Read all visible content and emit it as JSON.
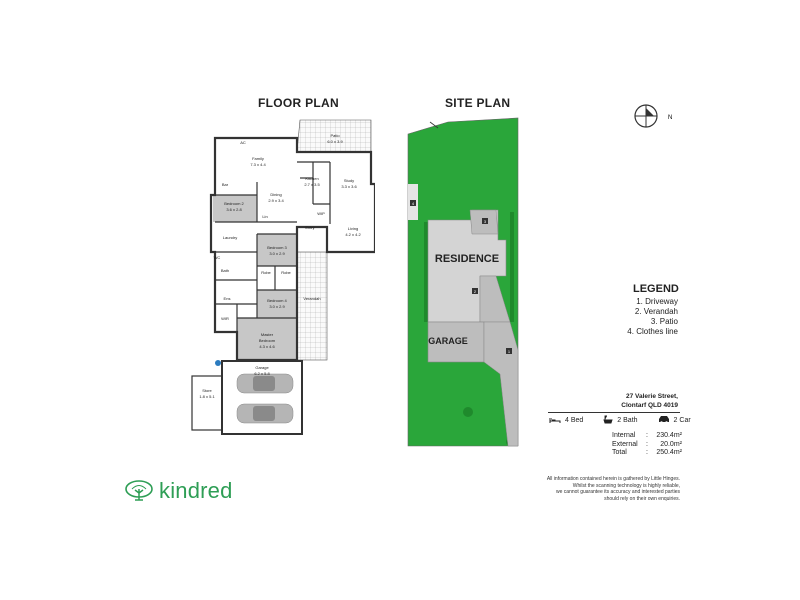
{
  "headings": {
    "floor_plan": "FLOOR PLAN",
    "site_plan": "SITE PLAN"
  },
  "floor_rooms": {
    "patio": [
      "Patio",
      "6.0 x 3.9"
    ],
    "family": [
      "Family",
      "7.3 x 4.4"
    ],
    "dining": [
      "Dining",
      "2.9 x 3.4"
    ],
    "kitchen": [
      "Kitchen",
      "2.7 x 3.5"
    ],
    "study": [
      "Study",
      "3.3 x 3.6"
    ],
    "bed2": [
      "Bedroom 2",
      "3.6 x 2.8"
    ],
    "bed3": [
      "Bedroom 3",
      "3.0 x 2.9"
    ],
    "bed4": [
      "Bedroom 4",
      "3.0 x 2.9"
    ],
    "living": [
      "Living",
      "4.2 x 4.2"
    ],
    "master": [
      "Master",
      "Bedroom",
      "4.3 x 4.6"
    ],
    "garage": [
      "Garage",
      "6.2 x 5.8"
    ],
    "store": [
      "Store",
      "1.8 x 5.1"
    ],
    "verandah": "Verandah",
    "laundry": "Laundry",
    "wir": "WIR",
    "wip": "WIP",
    "entry": "Entry",
    "bath": "Bath",
    "wc": "WC",
    "ens": "Ens",
    "robe": "Robe",
    "ac": "AC",
    "bar": "Bar",
    "linen": "Lin"
  },
  "site": {
    "residence": "RESIDENCE",
    "garage": "GARAGE",
    "markers": [
      "1",
      "2",
      "3",
      "4"
    ]
  },
  "legend": {
    "title": "LEGEND",
    "items": [
      "1. Driveway",
      "2. Verandah",
      "3. Patio",
      "4. Clothes line"
    ]
  },
  "property": {
    "address_line1": "27 Valerie Street,",
    "address_line2": "Clontarf QLD 4019",
    "bed": "4 Bed",
    "bath": "2 Bath",
    "car": "2 Car",
    "internal_label": "Internal",
    "internal_value": "230.4m²",
    "external_label": "External",
    "external_value": "20.0m²",
    "total_label": "Total",
    "total_value": "250.4m²"
  },
  "disclaimer": [
    "All information contained herein is gathered by Little Hinges.",
    "Whilst the scanning technology is highly reliable,",
    "we cannot guarantee its accuracy and interested parties",
    "should rely on their own enquiries."
  ],
  "brand": {
    "name": "kindred"
  },
  "compass": {
    "north": "N"
  },
  "icons": {
    "compass": "compass-icon",
    "bed": "bed-icon",
    "bath": "bath-icon",
    "car": "car-icon",
    "logo": "tree-logo-icon"
  },
  "colors": {
    "lawn": "#2aa63a",
    "lawn_dark": "#1f8a2c",
    "wall": "#333333",
    "room_grey": "#c7c7c7",
    "building_grey": "#d4d4d4",
    "brand": "#2e9e55"
  }
}
